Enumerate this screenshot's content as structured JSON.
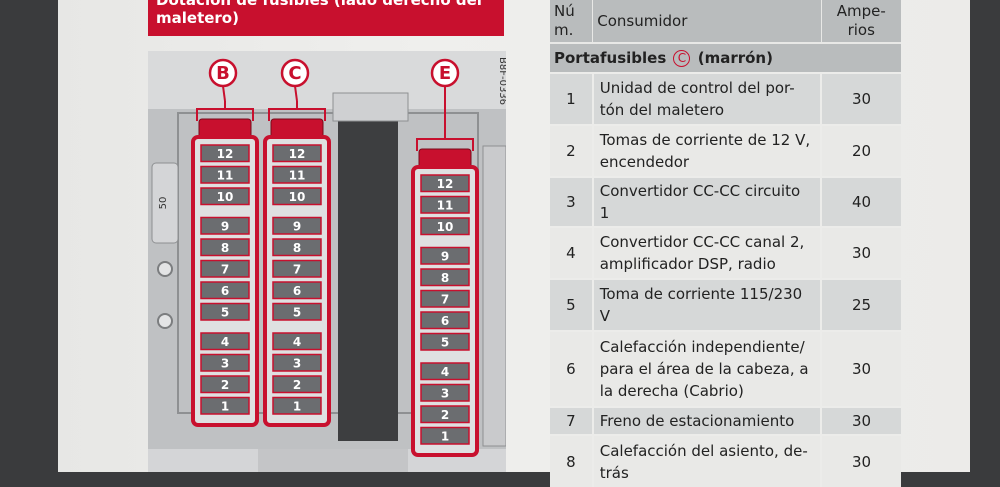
{
  "heading": {
    "line1": "Dotación de fusibles (lado derecho del",
    "line2": "maletero)"
  },
  "diagram": {
    "code": "B8F-0336",
    "holders": [
      "B",
      "C",
      "E"
    ],
    "side_label": "50"
  },
  "table": {
    "headers": {
      "num": "Nú m.",
      "consumer": "Consumidor",
      "amps": "Ampe- rios"
    },
    "section": {
      "label_pre": "Portafusibles",
      "circle": "C",
      "label_post": "(marrón)"
    },
    "rows": [
      {
        "num": "1",
        "consumer": "Unidad de control del por- tón del maletero",
        "amps": "30"
      },
      {
        "num": "2",
        "consumer": "Tomas de corriente de 12 V, encendedor",
        "amps": "20"
      },
      {
        "num": "3",
        "consumer": "Convertidor CC-CC circuito 1",
        "amps": "40"
      },
      {
        "num": "4",
        "consumer": "Convertidor CC-CC canal 2, amplificador DSP, radio",
        "amps": "30"
      },
      {
        "num": "5",
        "consumer": "Toma de corriente 115/230 V",
        "amps": "25"
      },
      {
        "num": "6",
        "consumer": "Calefacción independiente/ para el área de la cabeza, a la derecha (Cabrio)",
        "amps": "30"
      },
      {
        "num": "7",
        "consumer": "Freno de estacionamiento",
        "amps": "30"
      },
      {
        "num": "8",
        "consumer": "Calefacción del asiento, de- trás",
        "amps": "30"
      }
    ]
  }
}
